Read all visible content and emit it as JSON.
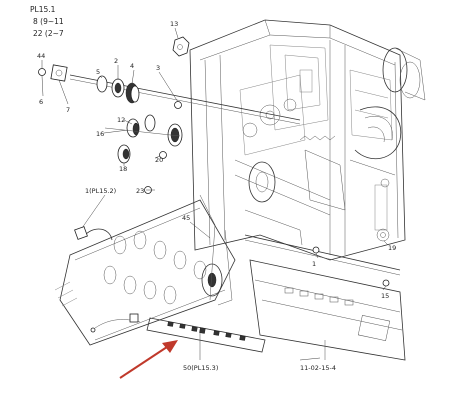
{
  "header": {
    "line1": "PL15.1",
    "line2": "8 (9~11",
    "line3": "22 (2~7"
  },
  "labels": {
    "l44a": "44",
    "l6": "6",
    "l7": "7",
    "l2": "2",
    "l3": "3",
    "l4": "4",
    "l5": "5",
    "l12": "12",
    "l13": "13",
    "l16": "16",
    "l18": "18",
    "l20": "20",
    "l23": "23",
    "l45": "45",
    "l1pl": "1(PL15.2)",
    "l15": "15",
    "l1": "1",
    "l19": "19",
    "l50pl": "50(PL15.3)",
    "lbottom": "11-02-15-4"
  },
  "colors": {
    "line": "#333333",
    "arrow": "#c0392b"
  }
}
